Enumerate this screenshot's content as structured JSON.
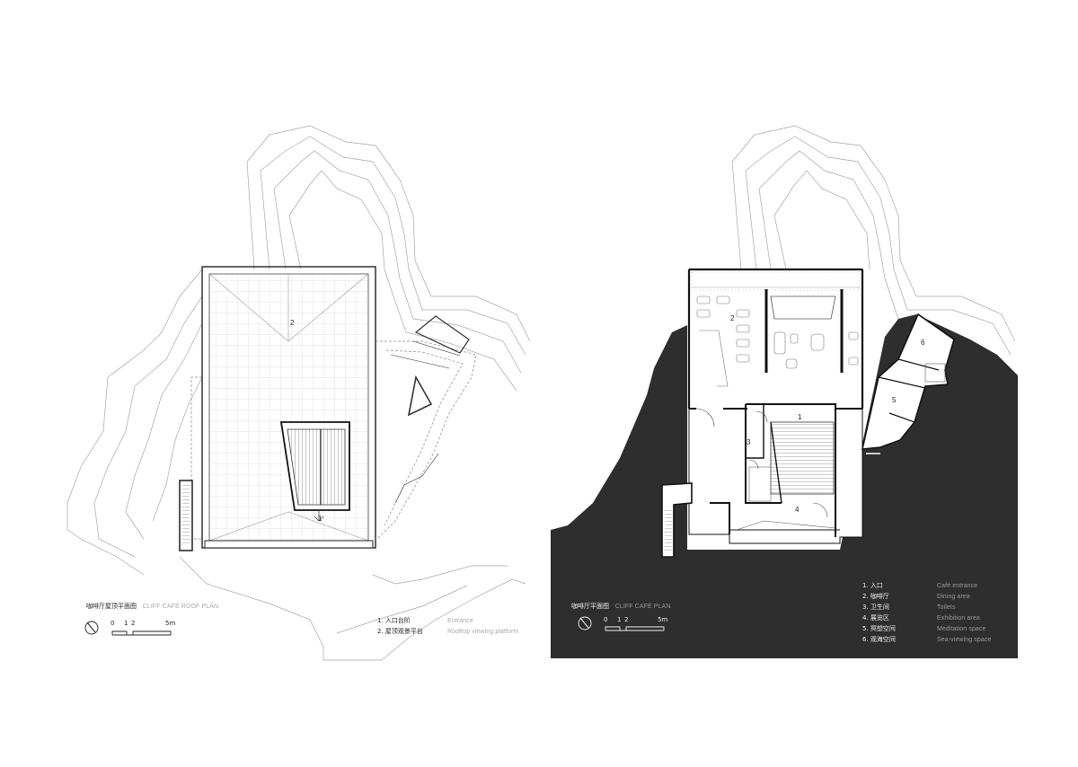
{
  "roof_plan": {
    "title_cn": "咖啡厅屋顶平面图",
    "title_en": "CLIFF CAFÉ ROOF PLAN",
    "scale": {
      "ticks": [
        "0",
        "1",
        "2",
        "5m"
      ]
    },
    "room_labels": [
      "2",
      "1"
    ],
    "legend": [
      {
        "num": "1.",
        "cn": "入口台阶",
        "en": "Entrance"
      },
      {
        "num": "2.",
        "cn": "屋顶观景平台",
        "en": "Rooftop viewing platform"
      }
    ]
  },
  "floor_plan": {
    "title_cn": "咖啡厅平面图",
    "title_en": "CLIFF CAFÉ PLAN",
    "scale": {
      "ticks": [
        "0",
        "1",
        "2",
        "5m"
      ]
    },
    "room_labels": [
      "2",
      "1",
      "3",
      "4",
      "5",
      "6"
    ],
    "legend": [
      {
        "num": "1.",
        "cn": "入口",
        "en": "Café entrance"
      },
      {
        "num": "2.",
        "cn": "咖啡厅",
        "en": "Dining area"
      },
      {
        "num": "3.",
        "cn": "卫生间",
        "en": "Toilets"
      },
      {
        "num": "4.",
        "cn": "展览区",
        "en": "Exhibition area"
      },
      {
        "num": "5.",
        "cn": "冥想空间",
        "en": "Meditation space"
      },
      {
        "num": "6.",
        "cn": "观海空间",
        "en": "Sea-viewing space"
      }
    ]
  },
  "colors": {
    "ground_fill": "#2e2e2e",
    "line": "#333333",
    "contour": "#a0a0a0"
  }
}
